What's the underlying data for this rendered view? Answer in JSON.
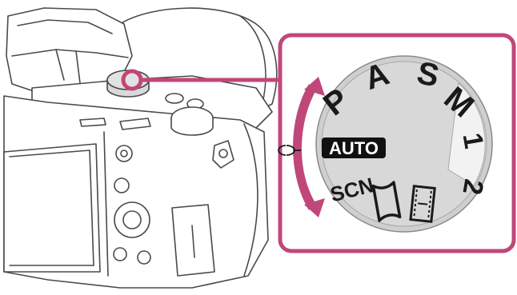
{
  "callout": {
    "accent_color": "#c0477a"
  },
  "mode_dial": {
    "labels": {
      "p": "P",
      "a": "A",
      "s": "S",
      "m": "M",
      "one": "1",
      "two": "2",
      "auto": "AUTO",
      "scn": "SCN"
    },
    "icons": [
      "sweep-panorama-icon",
      "movie-icon"
    ],
    "rotation_arrow": "double-headed-curved-arrow-icon",
    "index_mark": "dial-index-mark-icon"
  },
  "camera": {
    "parts": [
      "viewfinder-eyecup",
      "lens-barrel",
      "mode-dial",
      "monitor-screen",
      "control-wheel"
    ]
  }
}
